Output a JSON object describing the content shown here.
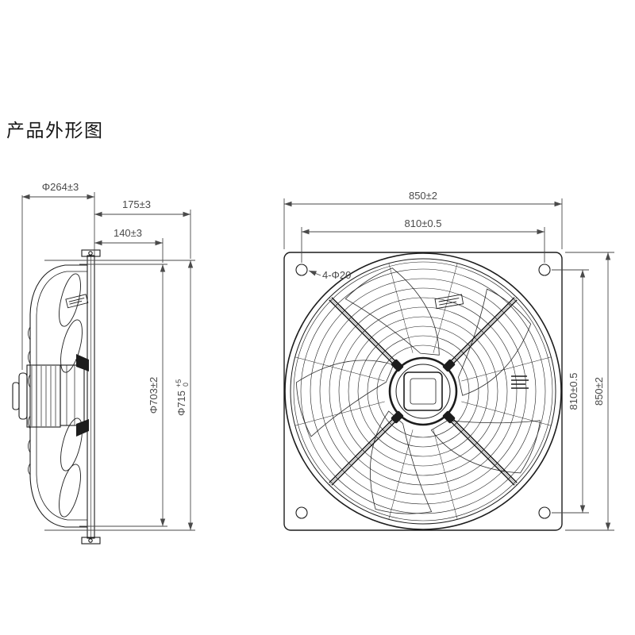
{
  "title": "产品外形图",
  "side_view": {
    "dims": {
      "motor_dia": "Φ264±3",
      "depth_total": "175±3",
      "depth_front": "140±3",
      "impeller_dia": "Φ703±2",
      "inlet_ring_dia": "Φ715",
      "inlet_ring_tol_upper": "+5",
      "inlet_ring_tol_lower": "0"
    }
  },
  "front_view": {
    "dims": {
      "plate_width": "850±2",
      "hole_pitch_horizontal": "810±0.5",
      "mounting_holes": "4-Φ20",
      "hole_pitch_vertical": "810±0.5",
      "plate_height": "850±2"
    }
  }
}
